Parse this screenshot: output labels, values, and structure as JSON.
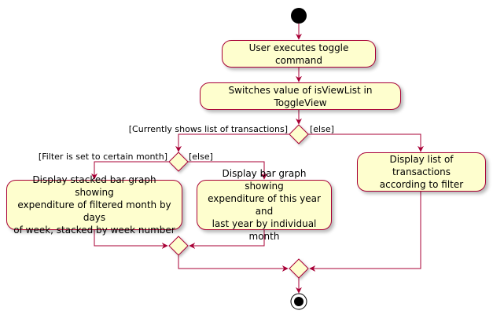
{
  "colors": {
    "node_fill": "#FEFECE",
    "node_border": "#A80036",
    "arrow": "#A80036",
    "start_end": "#000000"
  },
  "nodes": {
    "execute": "User executes toggle command",
    "switch": "Switches value of isViewList in ToggleView",
    "stacked": "Display stacked bar graph showing\nexpenditure of filtered month by days\nof week, stacked by week number",
    "bar": "Display bar graph showing\nexpenditure of this year and\nlast year by individual month",
    "list": "Display list of transactions\naccording to filter"
  },
  "guards": {
    "currently_list": "[Currently shows list of transactions]",
    "else_outer": "[else]",
    "filter_month": "[Filter is set to certain month]",
    "else_inner": "[else]"
  }
}
